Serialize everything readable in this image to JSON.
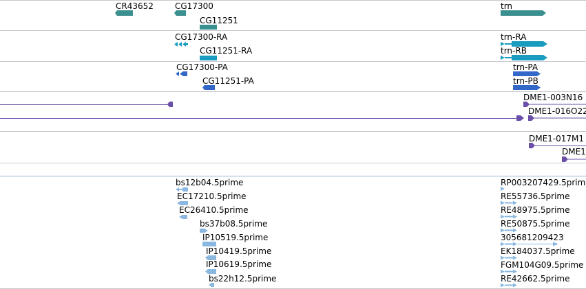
{
  "colors": {
    "gene": "#3a8f8f",
    "transcript": "#1a9cc0",
    "protein": "#3468c8",
    "alignment": "#6a4fa8",
    "est": "#8ab8e0",
    "separator": "#c8c8cc"
  },
  "tracks": {
    "genes": [
      {
        "label": "CR43652"
      },
      {
        "label": "CG17300"
      },
      {
        "label": "CG11251"
      },
      {
        "label": "trn"
      }
    ],
    "transcripts": [
      {
        "label": "CG17300-RA"
      },
      {
        "label": "CG11251-RA"
      },
      {
        "label": "trn-RA"
      },
      {
        "label": "trn-RB"
      }
    ],
    "proteins": [
      {
        "label": "CG17300-PA"
      },
      {
        "label": "CG11251-PA"
      },
      {
        "label": "trn-PA"
      },
      {
        "label": "trn-PB"
      }
    ],
    "alignments_a": [
      {
        "label": "DME1-003N16"
      },
      {
        "label": "DME1-016O22"
      }
    ],
    "alignments_b": [
      {
        "label": "DME1-017M1"
      },
      {
        "label": "DME1"
      }
    ],
    "ests": [
      {
        "label": "bs12b04.5prime"
      },
      {
        "label": "EC17210.5prime"
      },
      {
        "label": "EC26410.5prime"
      },
      {
        "label": "bs37b08.5prime"
      },
      {
        "label": "IP10519.5prime"
      },
      {
        "label": "IP10419.5prime"
      },
      {
        "label": "IP10619.5prime"
      },
      {
        "label": "bs22h12.5prime"
      },
      {
        "label": "RP003207429.5prime"
      },
      {
        "label": "RE55736.5prime"
      },
      {
        "label": "RE48975.5prime"
      },
      {
        "label": "RE50875.5prime"
      },
      {
        "label": "305681209423"
      },
      {
        "label": "EK184037.5prime"
      },
      {
        "label": "FGM104G09.5prime"
      },
      {
        "label": "RE42662.5prime"
      }
    ]
  }
}
